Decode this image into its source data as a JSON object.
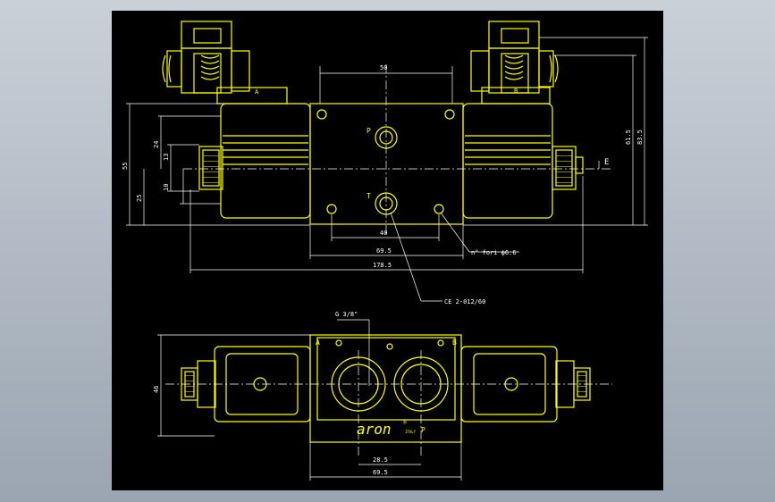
{
  "colors": {
    "part": "#ffff00",
    "dimension": "#ffffff",
    "center_line": "#ffffff",
    "background": "#000000",
    "surround": "#aab4bf"
  },
  "top_view": {
    "port_p": "P",
    "port_t": "T",
    "port_a": "A",
    "port_b": "B",
    "dim_top_width": "50",
    "dim_t_spacing": "40",
    "dim_body": "69.5",
    "dim_overall": "178.5",
    "dim_height_outer": "83.5",
    "dim_height_inner": "61.5",
    "dim_left_main": "55",
    "dim_left_1": "24",
    "dim_left_2": "13",
    "dim_left_3": "25",
    "dim_left_4": "10",
    "note_holes": "n° fori ϕ6.6",
    "note_standard": "CE 2-012/60",
    "marker_e": "E"
  },
  "bottom_view": {
    "thread_label": "G 3/8\"",
    "port_a": "A",
    "port_b": "B",
    "brand": "aron",
    "brand_mark": "®",
    "brand_sub": "ITALY",
    "dim_port_spacing": "28.5",
    "dim_body_width": "69.5",
    "dim_left": "46",
    "port_mark": "P"
  }
}
